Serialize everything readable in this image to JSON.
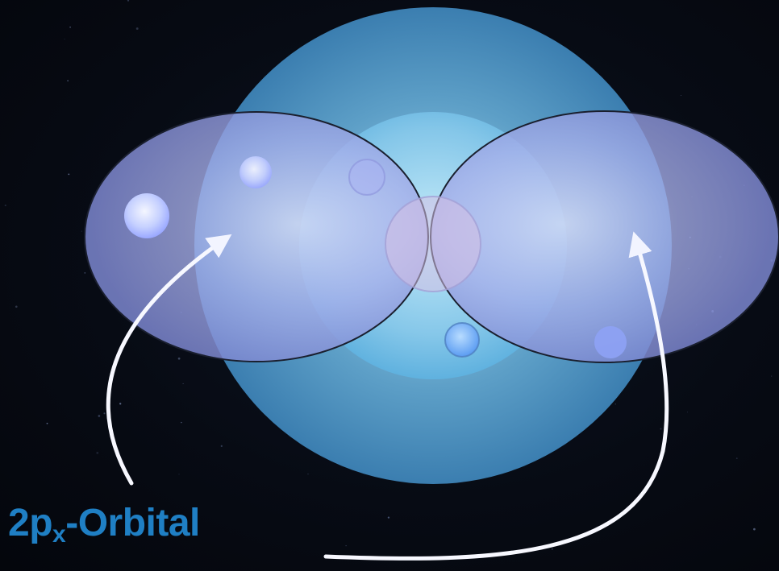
{
  "label": {
    "prefix": "2p",
    "subscript": "x",
    "suffix": "-Orbital"
  },
  "colors": {
    "label": "#1f7fc4",
    "background": "#05080f",
    "outer_shell": "#4f93bb",
    "inner_shell": "#8ccbe8",
    "lobe": "#9ea6e6",
    "nucleus": "#c9b3e0",
    "electron": "#9fb8ff",
    "arrow": "#ffffff",
    "outline": "#1c2433"
  }
}
